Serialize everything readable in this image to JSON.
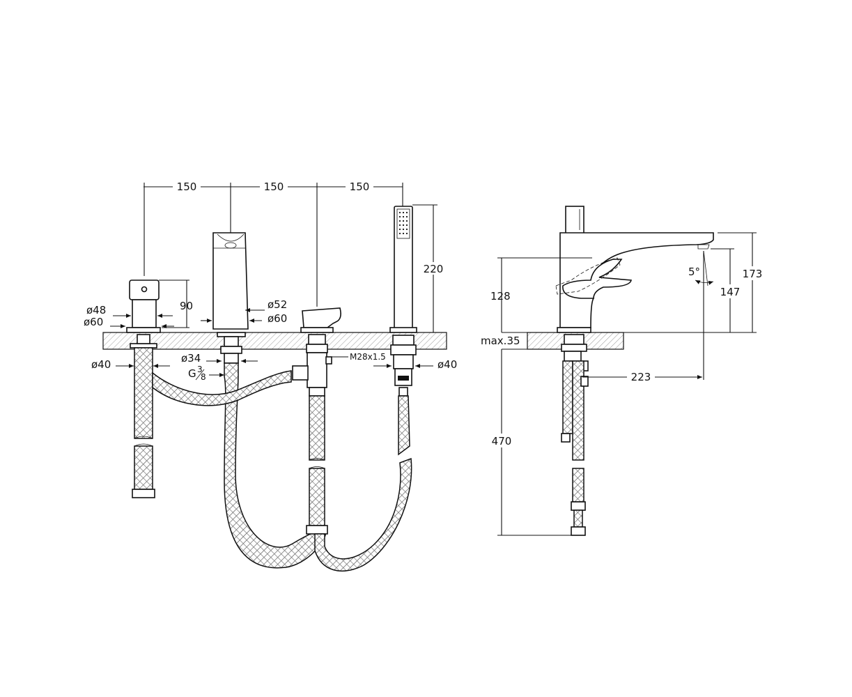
{
  "dimensions": {
    "spacing_1": "150",
    "spacing_2": "150",
    "spacing_3": "150",
    "handshower_height": "220",
    "mixer_height": "90",
    "dia_48": "ø48",
    "dia_60_left": "ø60",
    "dia_52": "ø52",
    "dia_60_spout": "ø60",
    "dia_40_left": "ø40",
    "dia_34": "ø34",
    "thread_g": "G",
    "thread_g_num": "3",
    "thread_g_den": "8",
    "thread_m28": "M28x1.5",
    "dia_40_right": "ø40",
    "side_height_128": "128",
    "side_height_173": "173",
    "side_height_147": "147",
    "angle": "5°",
    "max_deck": "max.35",
    "reach": "223",
    "hose_length": "470"
  },
  "colors": {
    "line": "#111111",
    "counter_hatch": "#bdbdbd",
    "background": "#ffffff"
  }
}
